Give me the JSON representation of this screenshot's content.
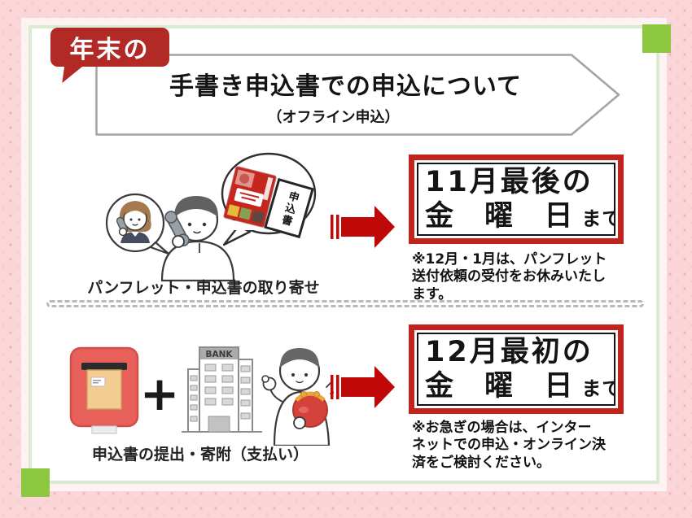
{
  "colors": {
    "background_pink": "#fbd6d9",
    "dot_pink": "#f2b0b7",
    "dot_pink_light": "#f7c9ce",
    "card_border_green": "#d9ecd0",
    "corner_square_green": "#8dc63f",
    "accent_red": "#b22a26",
    "deadline_border_red": "#c2231c",
    "arrow_red": "#c00808",
    "banner_border_gray": "#a3a3a3",
    "postbox_red": "#e7615a",
    "purse_red": "#d5423c",
    "pamphlet_red": "#c5261e"
  },
  "header": {
    "badge": "年末の",
    "title": "手書き申込書での申込について",
    "subtitle": "（オフライン申込）"
  },
  "rows": [
    {
      "caption": "パンフレット・申込書の取り寄せ",
      "deadline": {
        "line1": "11月最後の",
        "line2": "金 曜 日",
        "suffix": "まで"
      },
      "note_lines": [
        "※12月・1月は、パンフレット",
        "送付依頼の受付をお休みいたし",
        "ます。"
      ],
      "illustration": {
        "form_label": "申込書"
      }
    },
    {
      "caption": "申込書の提出・寄附（支払い）",
      "deadline": {
        "line1": "12月最初の",
        "line2": "金 曜 日",
        "suffix": "まで"
      },
      "note_lines": [
        "※お急ぎの場合は、インター",
        "ネットでの申込・オンライン決",
        "済をご検討ください。"
      ],
      "illustration": {
        "bank_label": "BANK",
        "plus": "+"
      }
    }
  ]
}
